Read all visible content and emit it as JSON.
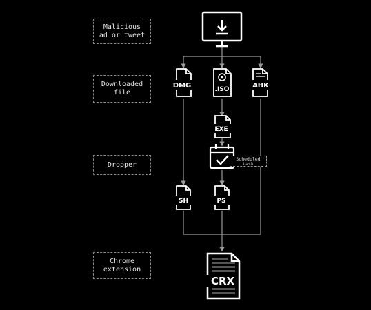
{
  "stages": [
    {
      "label": "Malicious\nad or tweet"
    },
    {
      "label": "Downloaded\nfile"
    },
    {
      "label": "Dropper"
    },
    {
      "label": "Chrome\nextension"
    }
  ],
  "files": {
    "dmg": "DMG",
    "iso": ".ISO",
    "ahk": "AHK",
    "exe": "EXE",
    "sh": "SH",
    "ps": "PS",
    "crx": "CRX"
  },
  "scheduled_task": "Scheduled\ntask",
  "colors": {
    "background": "#000000",
    "lines": "#9a9a9a",
    "icons": "#ffffff"
  }
}
